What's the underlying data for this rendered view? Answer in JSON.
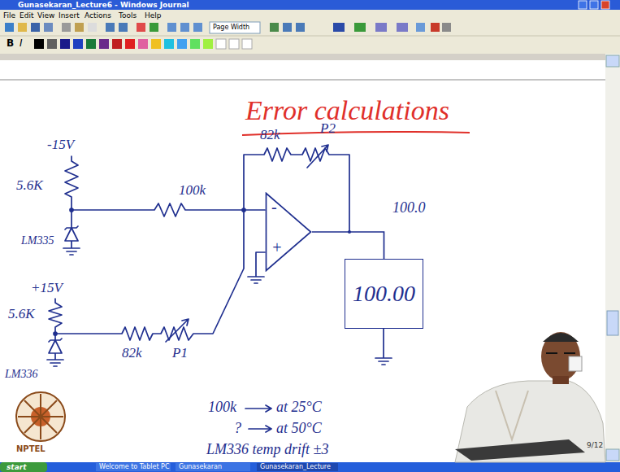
{
  "diagram": {
    "title": "Error calculations",
    "nodes": [
      {
        "text": [
          "-",
          "+"
        ]
      },
      {
        "text": [
          "100.00"
        ]
      }
    ],
    "edges": [
      {
        "from": 0,
        "to": 1,
        "arrow": "none",
        "label": "100.0"
      }
    ],
    "labels": [
      "Gunasekaran_Lecture6 - Windows Journal",
      "File",
      "Edit",
      "View",
      "Insert",
      "Actions",
      "Tools",
      "Help",
      "Page Width",
      "B",
      "I",
      "-15V",
      "5.6K",
      "100k",
      "82k",
      "P2",
      "LM335",
      "+15V",
      "5.6K",
      "LM336",
      "82k",
      "P1",
      "100k",
      "at 25°C",
      "?",
      "at 50°C",
      "LM336 temp drift ±3",
      "9/12",
      "NPTEL",
      "start",
      "Welcome to Tablet PC",
      "Gunasekaran",
      "Gunasekaran_Lecture"
    ]
  }
}
